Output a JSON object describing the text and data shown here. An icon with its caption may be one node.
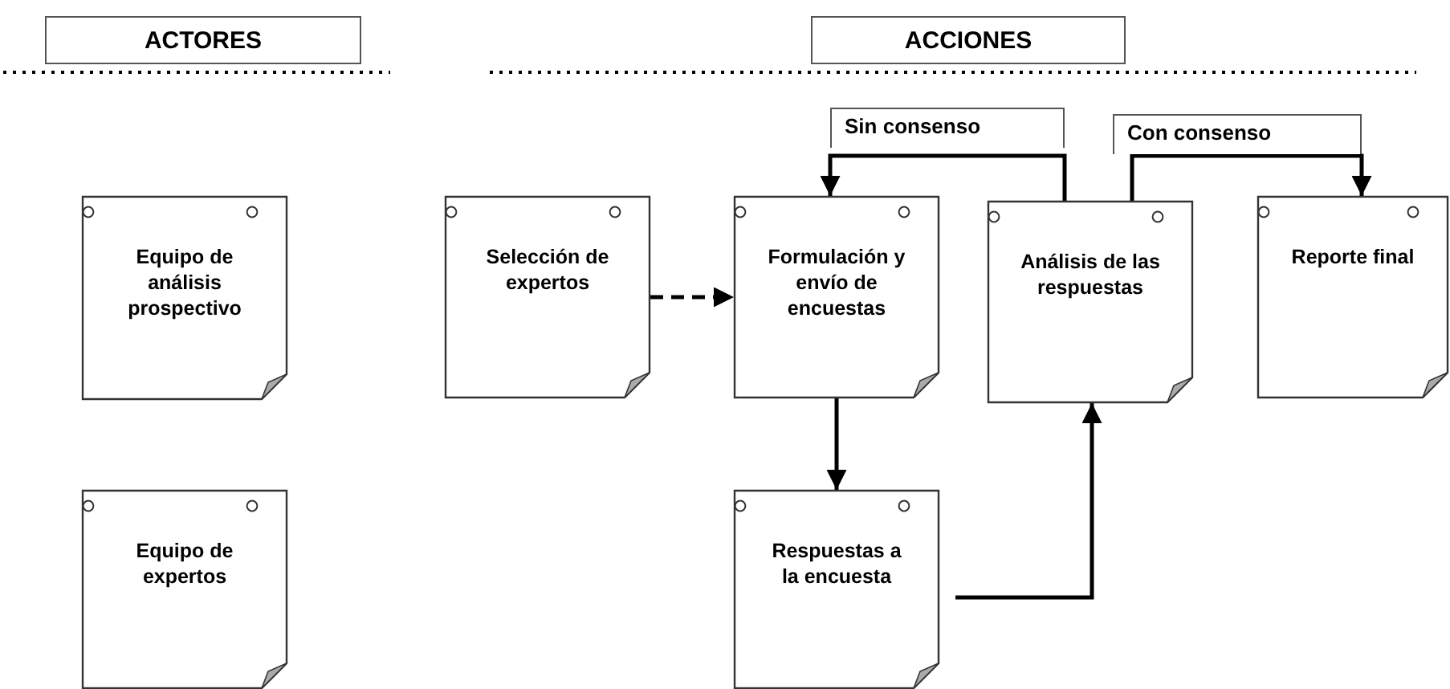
{
  "diagram": {
    "nodes": [
      {
        "text": [
          "ACTORES"
        ]
      },
      {
        "text": [
          "ACCIONES"
        ]
      },
      {
        "text": [
          "Equipo de análisis prospectivo"
        ]
      },
      {
        "text": [
          "Equipo de expertos"
        ]
      },
      {
        "text": [
          "Selección de expertos"
        ]
      },
      {
        "text": [
          "Formulación y envío de encuestas"
        ]
      },
      {
        "text": [
          "Análisis de las respuestas"
        ]
      },
      {
        "text": [
          "Reporte final"
        ]
      },
      {
        "text": [
          "Respuestas a la encuesta"
        ]
      }
    ],
    "edges": [
      {
        "from": 4,
        "to": 5,
        "arrow": "to",
        "style": "dashed"
      },
      {
        "from": 5,
        "to": 8,
        "arrow": "to"
      },
      {
        "from": 8,
        "to": 6,
        "arrow": "to"
      },
      {
        "from": 6,
        "to": 5,
        "arrow": "to",
        "label": "Sin consenso"
      },
      {
        "from": 6,
        "to": 7,
        "arrow": "to",
        "label": "Con consenso"
      }
    ]
  }
}
